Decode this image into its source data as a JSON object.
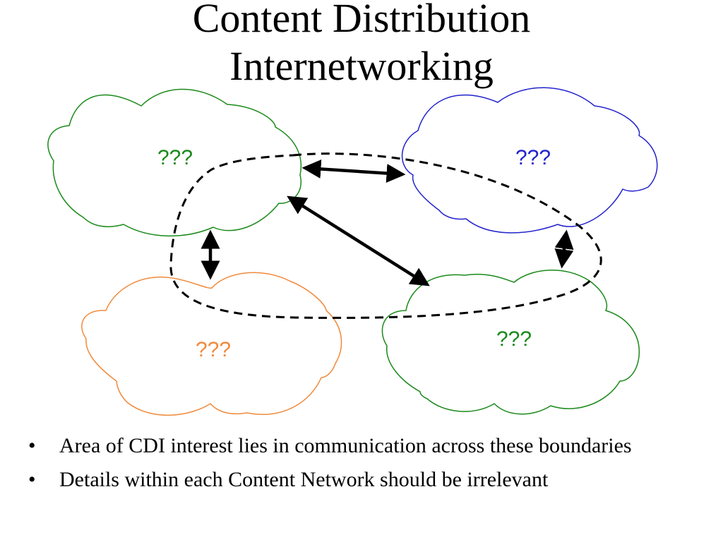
{
  "slide": {
    "title_line1": "Content Distribution",
    "title_line2": "Internetworking"
  },
  "clouds": {
    "top_left": {
      "label": "???",
      "color": "#1a8a1a"
    },
    "top_right": {
      "label": "???",
      "color": "#2222cc"
    },
    "bottom_left": {
      "label": "???",
      "color": "#f08a3c"
    },
    "bottom_right": {
      "label": "???",
      "color": "#1a8a1a"
    }
  },
  "bullets": [
    {
      "marker": "•",
      "text": "Area of CDI interest lies in communication across these boundaries"
    },
    {
      "marker": "•",
      "text": "Details within each Content Network should be irrelevant"
    }
  ]
}
